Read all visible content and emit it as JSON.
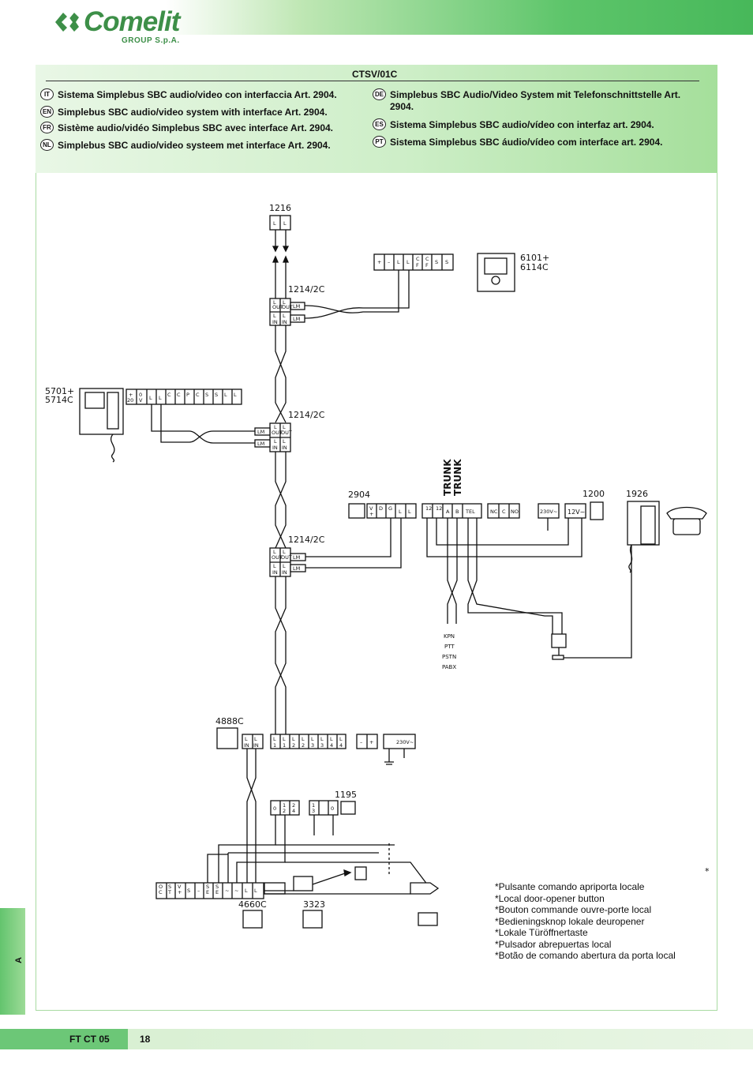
{
  "brand": {
    "name": "Comelit",
    "group": "GROUP S.p.A."
  },
  "doc_code": "CTSV/01C",
  "descriptions": [
    {
      "lang": "IT",
      "text": "Sistema Simplebus SBC audio/video con interfaccia Art. 2904."
    },
    {
      "lang": "EN",
      "text": "Simplebus SBC audio/video system with interface Art. 2904."
    },
    {
      "lang": "FR",
      "text": "Sistème audio/vidéo Simplebus SBC avec interface Art. 2904."
    },
    {
      "lang": "NL",
      "text": "Simplebus SBC audio/video systeem met interface Art. 2904."
    },
    {
      "lang": "DE",
      "text": "Simplebus SBC Audio/Video System mit Telefonschnittstelle Art. 2904."
    },
    {
      "lang": "ES",
      "text": "Sistema Simplebus SBC audio/vídeo con interfaz art. 2904."
    },
    {
      "lang": "PT",
      "text": "Sistema Simplebus SBC áudio/vídeo com interface art. 2904."
    }
  ],
  "devices": {
    "d1216": "1216",
    "d1214a": "1214/2C",
    "d1214b": "1214/2C",
    "d1214c": "1214/2C",
    "d6101_1": "6101+",
    "d6101_2": "6114C",
    "d5701_1": "5701+",
    "d5701_2": "5714C",
    "d2904": "2904",
    "d1200": "1200",
    "d1926": "1926",
    "d4888": "4888C",
    "d1195": "1195",
    "d4660": "4660C",
    "d3323": "3323"
  },
  "trunk": [
    "TRUNK",
    "TRUNK"
  ],
  "line_types": [
    "KPN",
    "PTT",
    "PSTN",
    "PABX"
  ],
  "notes": [
    "*Pulsante comando apriporta locale",
    "*Local door-opener button",
    "*Bouton commande ouvre-porte local",
    "*Bedieningsknop lokale deuropener",
    "*Lokale Türöffnertaste",
    "*Pulsador abrepuertas local",
    "*Botão de comando abertura da porta local"
  ],
  "side_tab": "A",
  "footer": {
    "code": "FT CT 05",
    "page": "18"
  }
}
